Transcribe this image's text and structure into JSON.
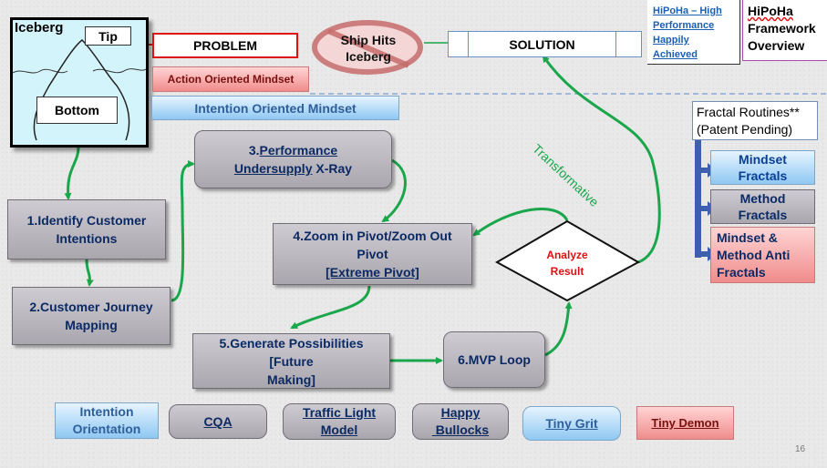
{
  "iceberg": {
    "title": "Iceberg",
    "tip": "Tip",
    "bottom": "Bottom"
  },
  "problem": "PROBLEM",
  "ship_hits": {
    "line1": "Ship Hits",
    "line2": "Iceberg"
  },
  "solution": "SOLUTION",
  "hipoha_link": {
    "line1": "HiPoHa – High",
    "line2": "Performance",
    "line3": "Happily",
    "line4": "Achieved"
  },
  "framework_title": {
    "line1": "HiPoHa",
    "line2": "Framework",
    "line3": "Overview"
  },
  "action_mindset": "Action Oriented Mindset",
  "intention_mindset": "Intention Oriented  Mindset",
  "transformative": "Transformative",
  "steps": {
    "s1": {
      "line1": "1.Identify Customer",
      "line2": "Intentions"
    },
    "s2": {
      "line1": "2.Customer Journey",
      "line2": "Mapping"
    },
    "s3": {
      "line1_num": "3.",
      "line1_text": "Performance",
      "line2_a": "Undersupply",
      "line2_b": " X-Ray"
    },
    "s4": {
      "line1": "4.Zoom in Pivot/Zoom Out",
      "line2": "Pivot",
      "line3": "[Extreme Pivot]"
    },
    "s5": {
      "line1": "5.Generate Possibilities",
      "line2": "[Future",
      "line3": "Making]"
    },
    "s6": "6.MVP Loop"
  },
  "analyze": {
    "line1": "Analyze",
    "line2": "Result"
  },
  "fractal": {
    "header": {
      "line1": "Fractal Routines**",
      "line2": "(Patent Pending)"
    },
    "mindset": {
      "line1": "Mindset",
      "line2": "Fractals"
    },
    "method": {
      "line1": "Method",
      "line2": "Fractals"
    },
    "anti": {
      "line1": "Mindset &",
      "line2": "Method Anti",
      "line3": "Fractals"
    }
  },
  "bottom_row": {
    "intention": {
      "line1": "Intention",
      "line2": "Orientation"
    },
    "cqa": "CQA",
    "traffic": {
      "line1": "Traffic Light",
      "line2": "Model"
    },
    "happy": {
      "line1": "Happy",
      "line2": " Bullocks"
    },
    "grit": "Tiny Grit",
    "demon": "Tiny Demon"
  },
  "page_number": "16",
  "colors": {
    "connector_green": "#1aa64b",
    "problem_red": "#e01010",
    "step_text": "#0b2a63",
    "fractal_arrow": "#3d5fae"
  }
}
